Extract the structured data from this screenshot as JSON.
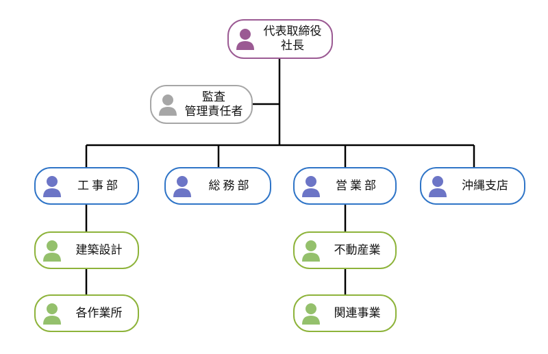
{
  "colors": {
    "line": "#000000",
    "purple": "#9b5a93",
    "gray": "#a6a6a6",
    "blue": "#2e74c7",
    "green": "#8db33a",
    "avatar_purple": "#9b5a93",
    "avatar_gray": "#a6a6a6",
    "avatar_blue": "#6c75c6",
    "avatar_green": "#94c06c"
  },
  "nodes": {
    "president": {
      "line1": "代表取締役",
      "line2": "社長"
    },
    "audit": {
      "line1": "監査",
      "line2": "管理責任者"
    },
    "construction": {
      "label": "工事部"
    },
    "general_affairs": {
      "label": "総務部"
    },
    "sales": {
      "label": "営業部"
    },
    "okinawa": {
      "label": "沖縄支店"
    },
    "architectural_design": {
      "label": "建築設計"
    },
    "sites": {
      "label": "各作業所"
    },
    "real_estate": {
      "label": "不動産業"
    },
    "related_business": {
      "label": "関連事業"
    }
  }
}
